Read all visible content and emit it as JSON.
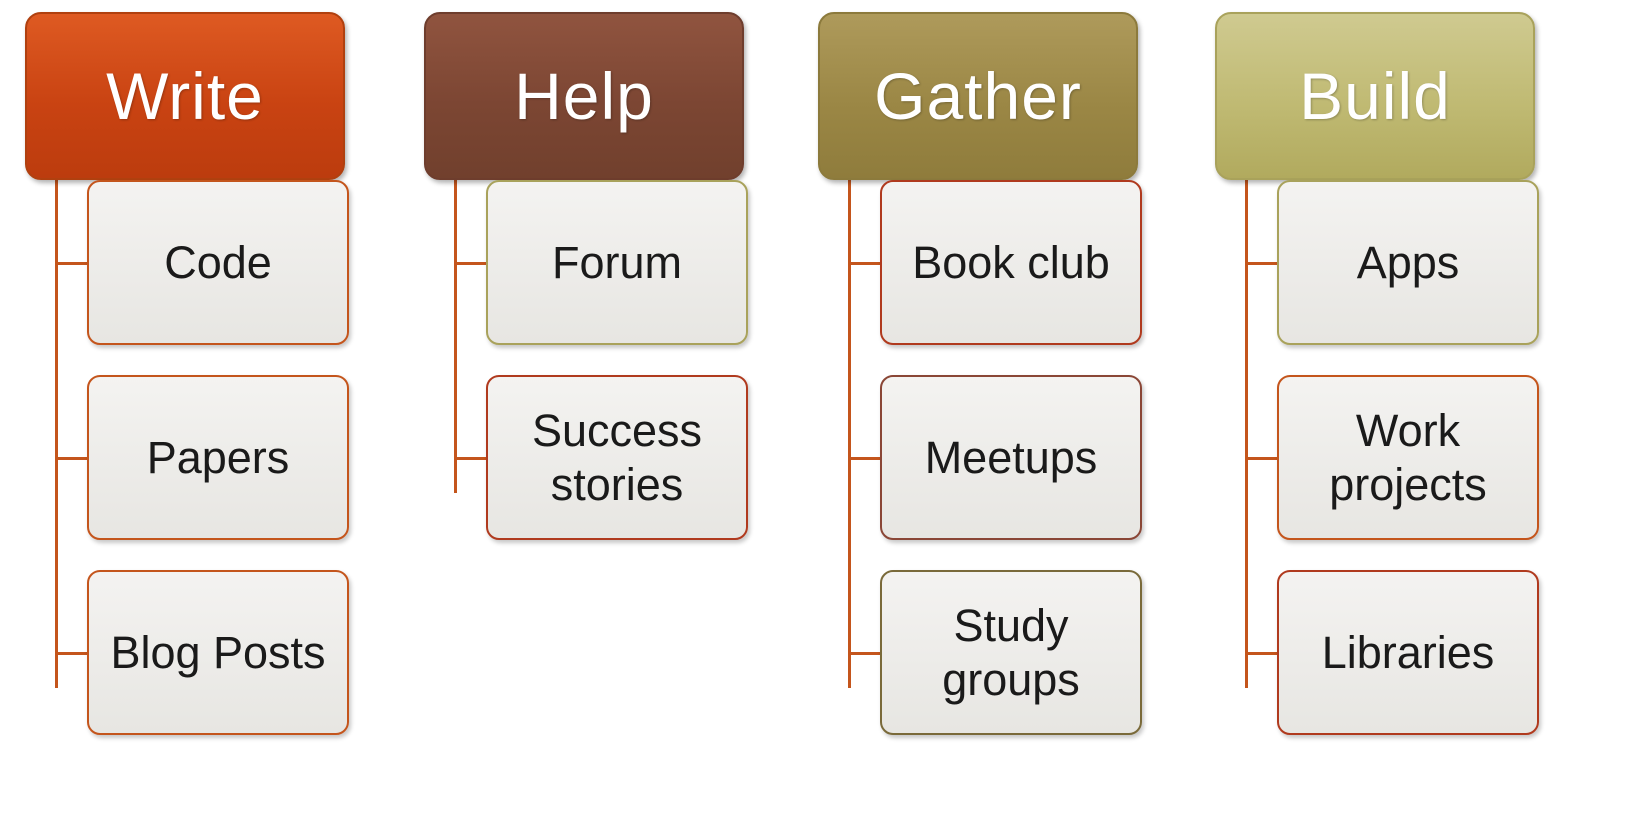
{
  "diagram": {
    "type": "hierarchy",
    "connector_color": "#C4551C",
    "child_box_background": "#EFEEEB",
    "palette": {
      "write_header": "#C94312",
      "help_header": "#7C4633",
      "gather_header": "#9B8745",
      "build_header": "#C0BA73",
      "border_orange": "#C4551C",
      "border_red": "#B03A1E",
      "border_olive": "#A9A25B",
      "border_brown": "#8A4636",
      "border_dark_olive": "#7A6A3A"
    },
    "columns": [
      {
        "id": "write",
        "title": "Write",
        "header_color": "#C94312",
        "children": [
          {
            "label": "Code"
          },
          {
            "label": "Papers"
          },
          {
            "label": "Blog Posts"
          }
        ]
      },
      {
        "id": "help",
        "title": "Help",
        "header_color": "#7C4633",
        "children": [
          {
            "label": "Forum"
          },
          {
            "label": "Success stories"
          }
        ]
      },
      {
        "id": "gather",
        "title": "Gather",
        "header_color": "#9B8745",
        "children": [
          {
            "label": "Book club"
          },
          {
            "label": "Meetups"
          },
          {
            "label": "Study groups"
          }
        ]
      },
      {
        "id": "build",
        "title": "Build",
        "header_color": "#C0BA73",
        "children": [
          {
            "label": "Apps"
          },
          {
            "label": "Work projects"
          },
          {
            "label": "Libraries"
          }
        ]
      }
    ]
  }
}
